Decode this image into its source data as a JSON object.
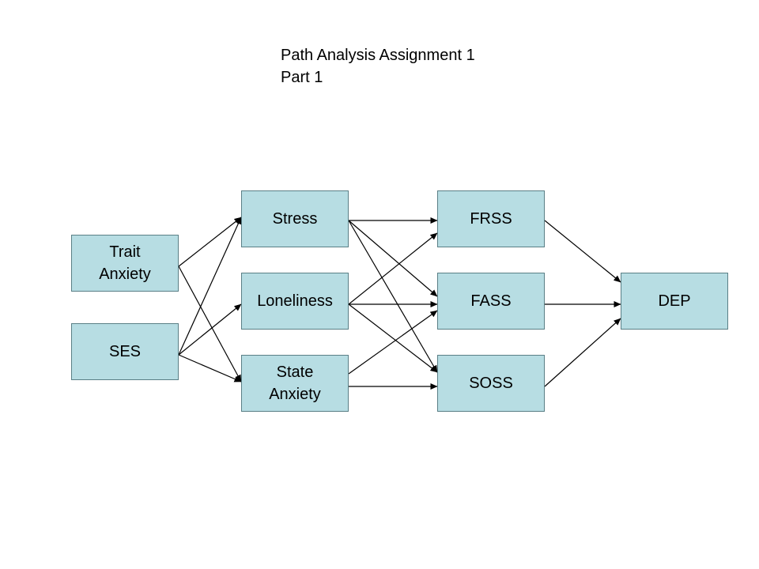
{
  "title": {
    "line1": "Path Analysis Assignment 1",
    "line2": "Part 1"
  },
  "nodes": {
    "trait_anxiety": "Trait\nAnxiety",
    "ses": "SES",
    "stress": "Stress",
    "loneliness": "Loneliness",
    "state_anxiety": "State\nAnxiety",
    "frss": "FRSS",
    "fass": "FASS",
    "soss": "SOSS",
    "dep": "DEP"
  },
  "edges": [
    {
      "from": "trait_anxiety",
      "to": "stress"
    },
    {
      "from": "trait_anxiety",
      "to": "state_anxiety"
    },
    {
      "from": "ses",
      "to": "stress"
    },
    {
      "from": "ses",
      "to": "loneliness"
    },
    {
      "from": "ses",
      "to": "state_anxiety"
    },
    {
      "from": "stress",
      "to": "frss"
    },
    {
      "from": "stress",
      "to": "fass"
    },
    {
      "from": "stress",
      "to": "soss"
    },
    {
      "from": "loneliness",
      "to": "frss"
    },
    {
      "from": "loneliness",
      "to": "fass"
    },
    {
      "from": "loneliness",
      "to": "soss"
    },
    {
      "from": "state_anxiety",
      "to": "fass"
    },
    {
      "from": "state_anxiety",
      "to": "soss"
    },
    {
      "from": "frss",
      "to": "dep"
    },
    {
      "from": "fass",
      "to": "dep"
    },
    {
      "from": "soss",
      "to": "dep"
    }
  ],
  "colors": {
    "node_fill": "#b7dde3",
    "node_border": "#5a7f86",
    "edge": "#000000"
  }
}
